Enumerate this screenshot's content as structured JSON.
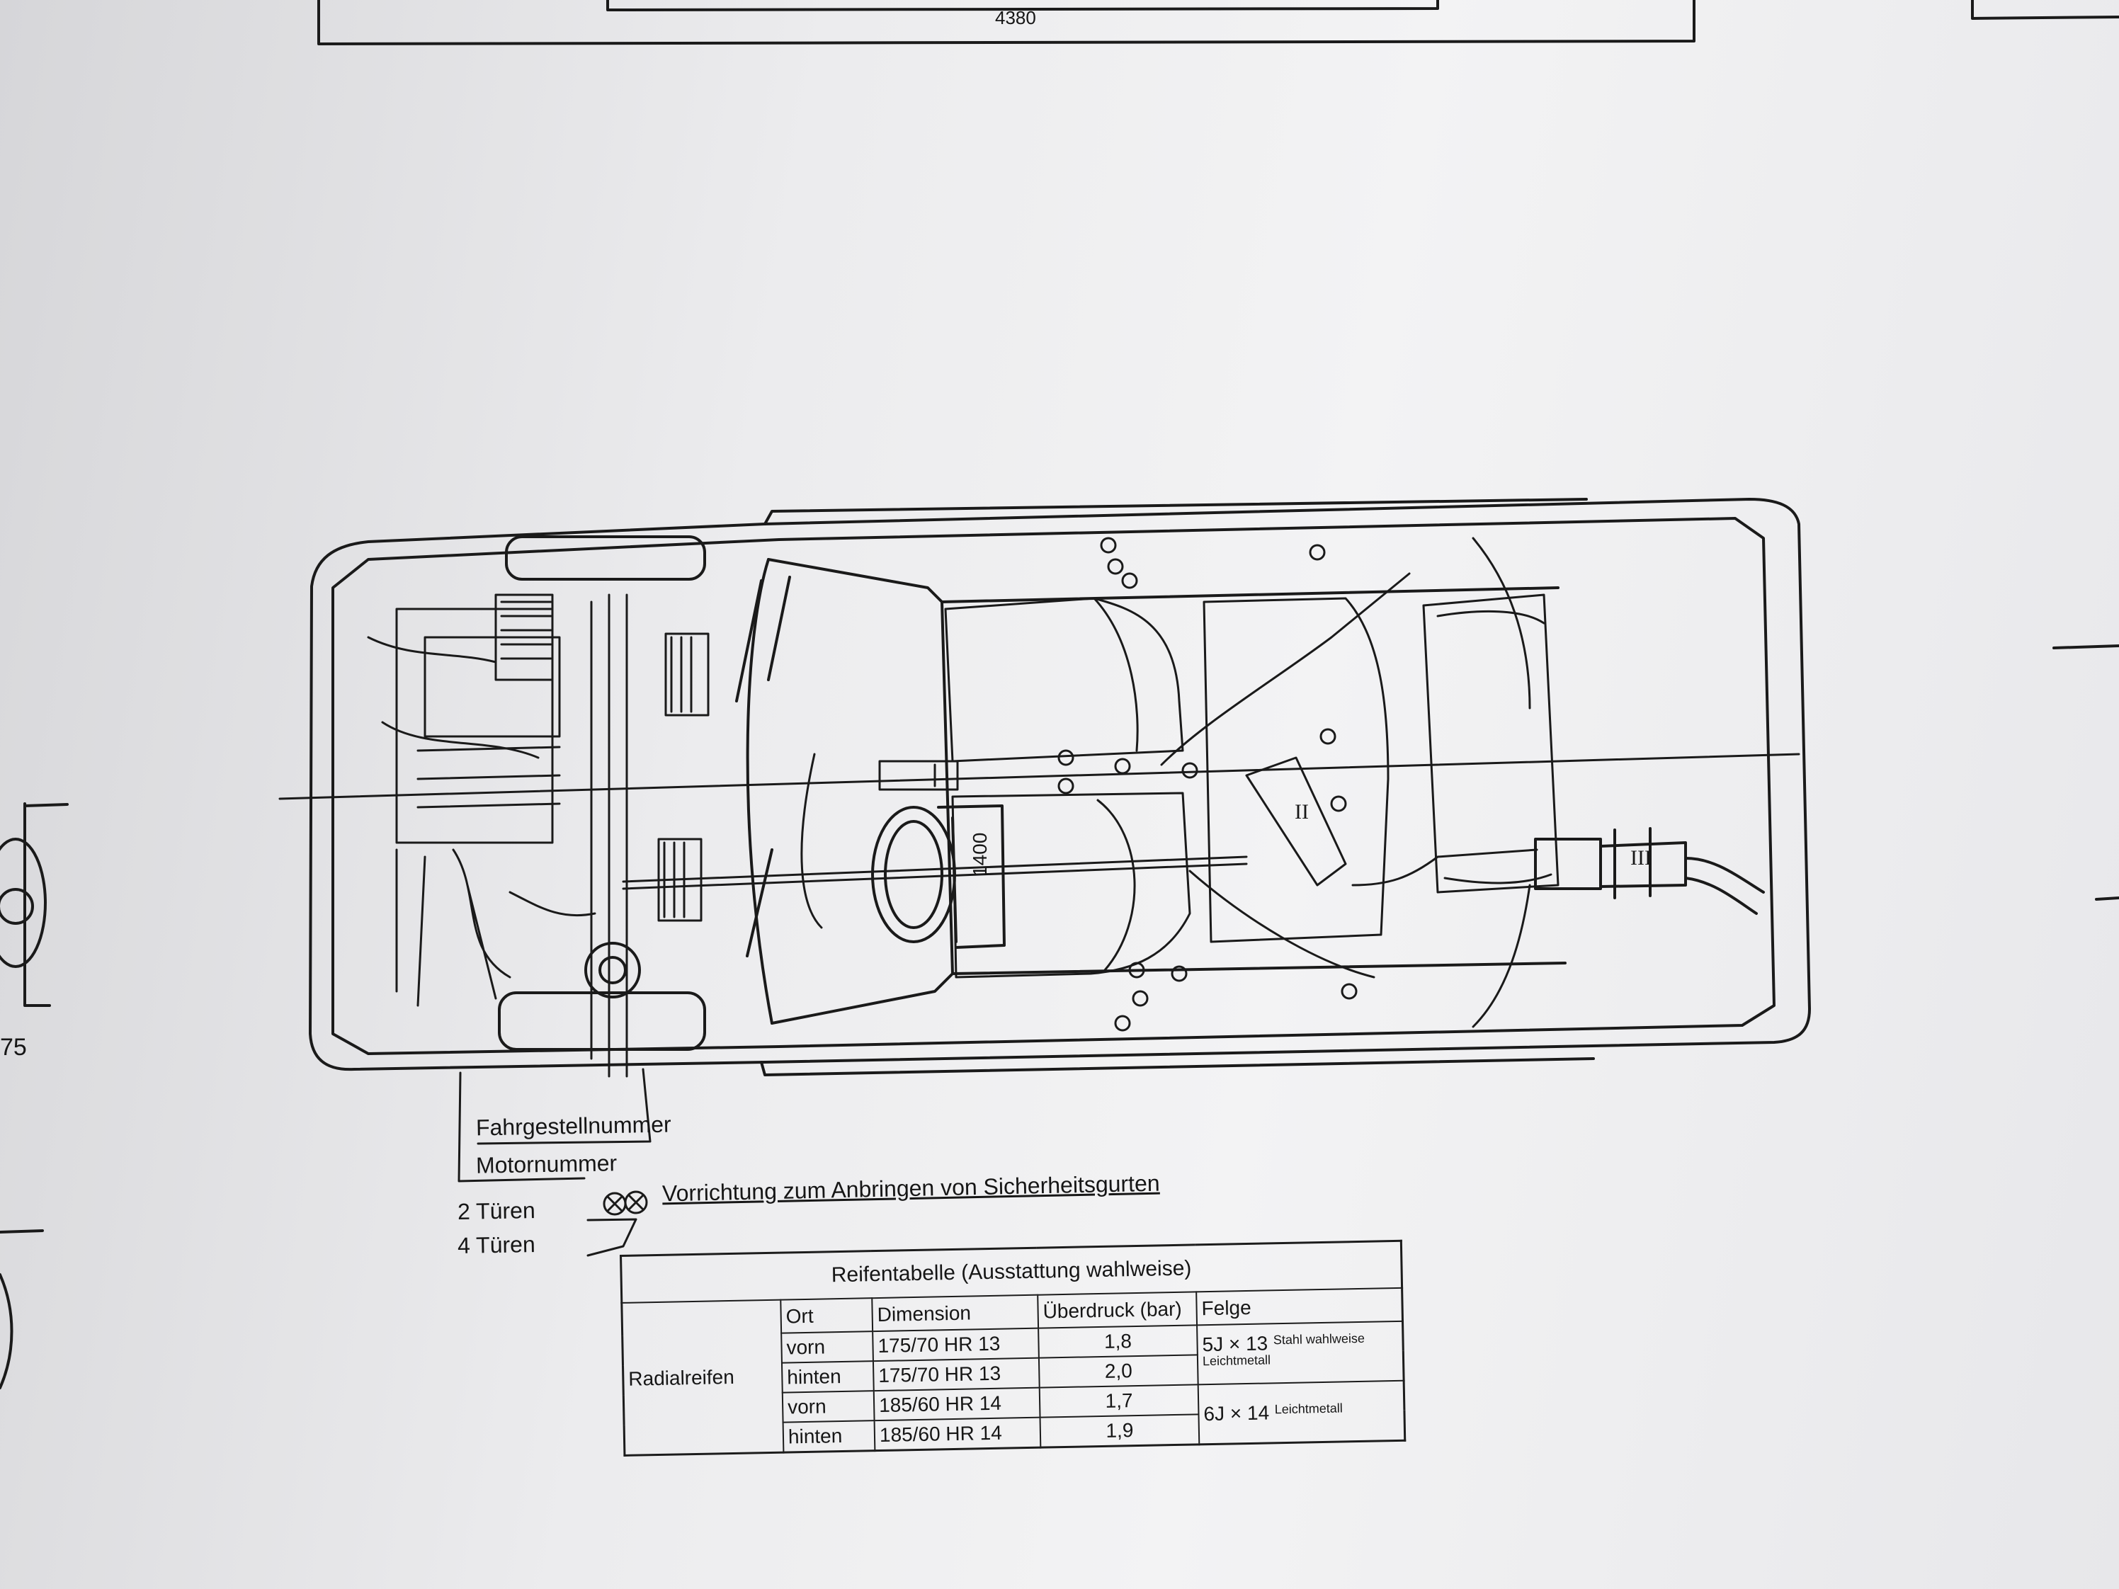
{
  "drawing": {
    "overall_length": "4380",
    "left_dimension": "75",
    "center_dimension": "1400",
    "chassis_label": "Fahrgestellnummer",
    "engine_label": "Motornummer",
    "two_doors": "2 Türen",
    "four_doors": "4 Türen",
    "seatbelt_note": "Vorrichtung zum Anbringen von Sicherheitsgurten",
    "marker_2": "II",
    "marker_3": "III"
  },
  "tire_table": {
    "title": "Reifentabelle (Ausstattung wahlweise)",
    "headers": {
      "position": "Ort",
      "dimension": "Dimension",
      "pressure": "Überdruck (bar)",
      "rim": "Felge"
    },
    "type_label": "Radialreifen",
    "rows": [
      {
        "position": "vorn",
        "dimension": "175/70 HR 13",
        "pressure": "1,8"
      },
      {
        "position": "hinten",
        "dimension": "175/70 HR 13",
        "pressure": "2,0"
      },
      {
        "position": "vorn",
        "dimension": "185/60 HR 14",
        "pressure": "1,7"
      },
      {
        "position": "hinten",
        "dimension": "185/60 HR 14",
        "pressure": "1,9"
      }
    ],
    "rims": [
      {
        "size": "5J × 13",
        "note": "Stahl wahlweise Leichtmetall"
      },
      {
        "size": "6J × 14",
        "note": "Leichtmetall"
      }
    ]
  }
}
